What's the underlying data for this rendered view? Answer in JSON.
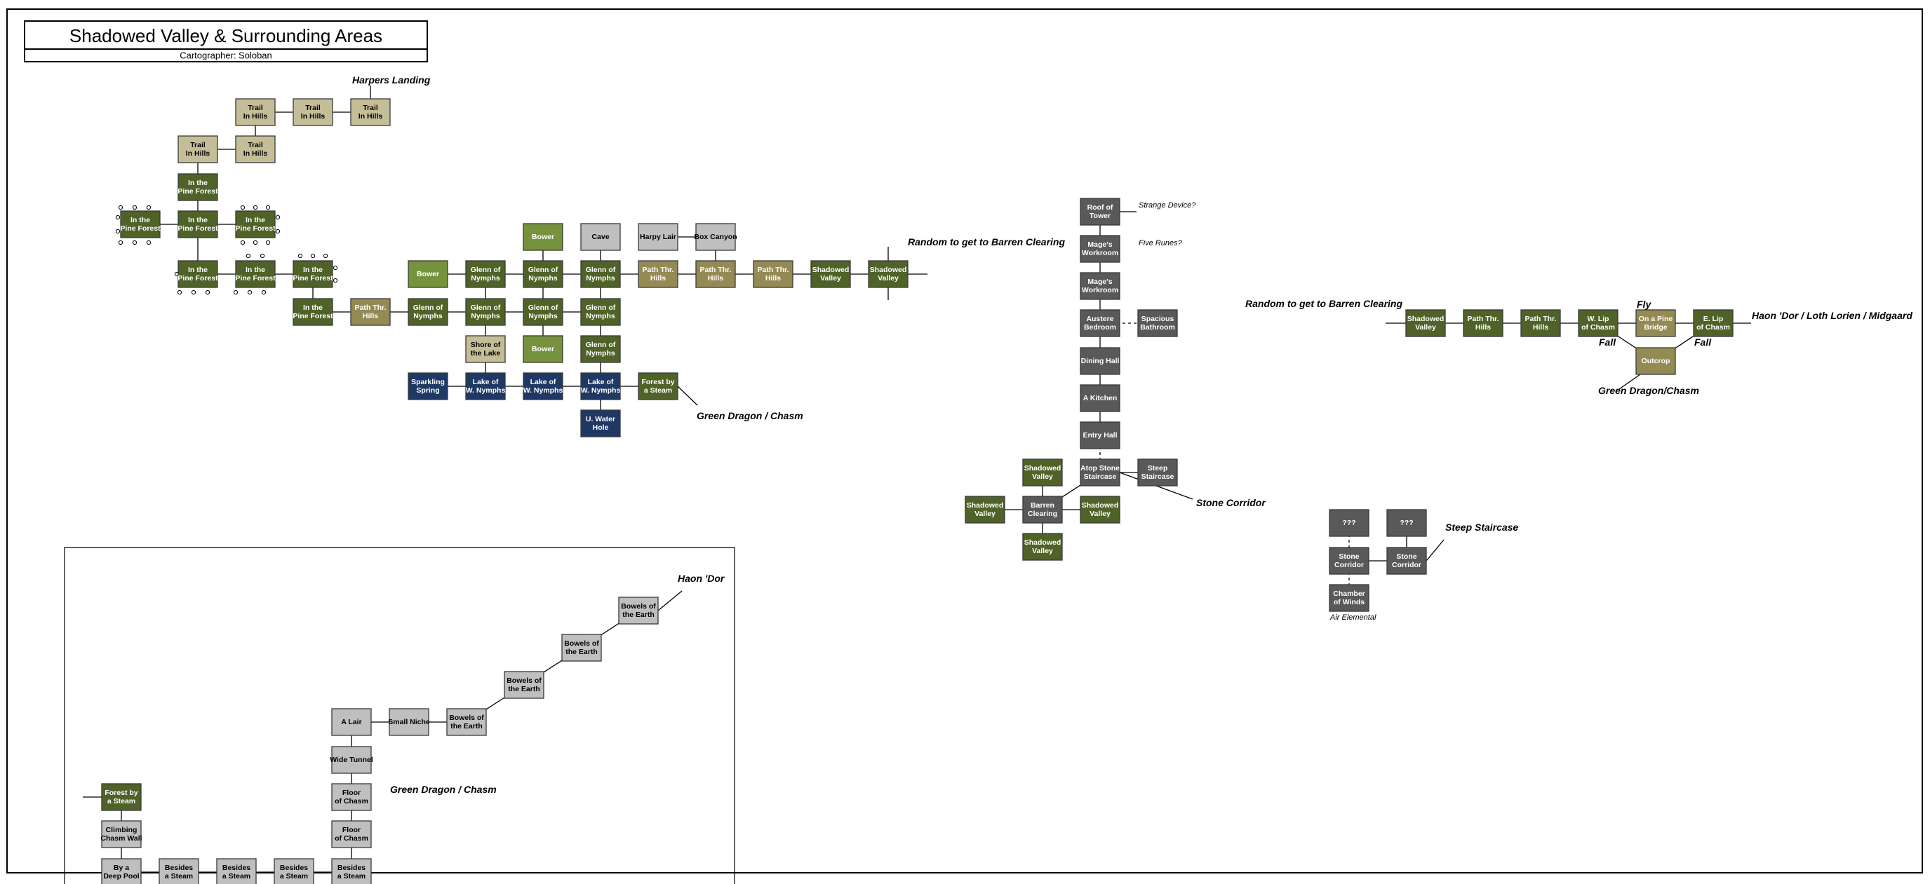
{
  "title": "Shadowed Valley & Surrounding Areas",
  "subtitle": "Cartographer: Soloban",
  "colors": {
    "tan": "#c4bd97",
    "olive": "#4f6228",
    "green": "#76923c",
    "khaki": "#948a54",
    "navy": "#1f3864",
    "gray": "#bfbfbf",
    "dark": "#595959"
  },
  "labels": {
    "harpers_landing": "Harpers Landing",
    "random_1": "Random to get to Barren Clearing",
    "random_2": "Random to get to Barren Clearing",
    "green_dragon_1": "Green Dragon / Chasm",
    "green_dragon_2": "Green Dragon/Chasm",
    "green_dragon_3": "Green Dragon / Chasm",
    "haon_loth": "Haon 'Dor / Loth Lorien / Midgaard",
    "haon_dor": "Haon 'Dor",
    "stone_corridor": "Stone Corridor",
    "steep_staircase": "Steep Staircase",
    "fly": "Fly",
    "fall_1": "Fall",
    "fall_2": "Fall",
    "strange_device": "Strange Device?",
    "five_runes": "Five Runes?",
    "air_elemental": "Air Elemental"
  },
  "rooms": [
    {
      "id": "t1",
      "name": "Trail In Hills",
      "c": "tan"
    },
    {
      "id": "t2",
      "name": "Trail In Hills",
      "c": "tan"
    },
    {
      "id": "t3",
      "name": "Trail In Hills",
      "c": "tan"
    },
    {
      "id": "t4",
      "name": "Trail In Hills",
      "c": "tan"
    },
    {
      "id": "t5",
      "name": "Trail In Hills",
      "c": "tan"
    },
    {
      "id": "pf1",
      "name": "In the Pine Forest",
      "c": "olive"
    },
    {
      "id": "pf2",
      "name": "In the Pine Forest",
      "c": "olive"
    },
    {
      "id": "pf3",
      "name": "In the Pine Forest",
      "c": "olive"
    },
    {
      "id": "pf4",
      "name": "In the Pine Forest",
      "c": "olive"
    },
    {
      "id": "pf5",
      "name": "In the Pine Forest",
      "c": "olive"
    },
    {
      "id": "pf6",
      "name": "In the Pine Forest",
      "c": "olive"
    },
    {
      "id": "pf7",
      "name": "In the Pine Forest",
      "c": "olive"
    },
    {
      "id": "pf8",
      "name": "In the Pine Forest",
      "c": "olive"
    },
    {
      "id": "pth1",
      "name": "Path Thr. Hills",
      "c": "khaki"
    },
    {
      "id": "gn1",
      "name": "Glenn of Nymphs",
      "c": "olive"
    },
    {
      "id": "gn2",
      "name": "Glenn of Nymphs",
      "c": "olive"
    },
    {
      "id": "gn3",
      "name": "Glenn of Nymphs",
      "c": "olive"
    },
    {
      "id": "gn4",
      "name": "Glenn of Nymphs",
      "c": "olive"
    },
    {
      "id": "bow1",
      "name": "Bower",
      "c": "green"
    },
    {
      "id": "gn5",
      "name": "Glenn of Nymphs",
      "c": "olive"
    },
    {
      "id": "gn6",
      "name": "Glenn of Nymphs",
      "c": "olive"
    },
    {
      "id": "gn7",
      "name": "Glenn of Nymphs",
      "c": "olive"
    },
    {
      "id": "bow2",
      "name": "Bower",
      "c": "green"
    },
    {
      "id": "cave",
      "name": "Cave",
      "c": "gray"
    },
    {
      "id": "harpy",
      "name": "Harpy Lair",
      "c": "gray"
    },
    {
      "id": "boxc",
      "name": "Box Canyon",
      "c": "gray"
    },
    {
      "id": "pth2",
      "name": "Path Thr. Hills",
      "c": "khaki"
    },
    {
      "id": "pth3",
      "name": "Path Thr. Hills",
      "c": "khaki"
    },
    {
      "id": "pth4",
      "name": "Path Thr. Hills",
      "c": "khaki"
    },
    {
      "id": "sv1",
      "name": "Shadowed Valley",
      "c": "olive"
    },
    {
      "id": "sv2",
      "name": "Shadowed Valley",
      "c": "olive"
    },
    {
      "id": "shore",
      "name": "Shore of the Lake",
      "c": "tan"
    },
    {
      "id": "bow3",
      "name": "Bower",
      "c": "green"
    },
    {
      "id": "gn8",
      "name": "Glenn of Nymphs",
      "c": "olive"
    },
    {
      "id": "spark",
      "name": "Sparkling Spring",
      "c": "navy"
    },
    {
      "id": "lk1",
      "name": "Lake of W. Nymphs",
      "c": "navy"
    },
    {
      "id": "lk2",
      "name": "Lake of W. Nymphs",
      "c": "navy"
    },
    {
      "id": "lk3",
      "name": "Lake of W. Nymphs",
      "c": "navy"
    },
    {
      "id": "fst1",
      "name": "Forest by a Steam",
      "c": "olive"
    },
    {
      "id": "uwh",
      "name": "U. Water Hole",
      "c": "navy"
    },
    {
      "id": "roof",
      "name": "Roof of Tower",
      "c": "dark"
    },
    {
      "id": "mw1",
      "name": "Mage's Workroom",
      "c": "dark"
    },
    {
      "id": "mw2",
      "name": "Mage's Workroom",
      "c": "dark"
    },
    {
      "id": "aust",
      "name": "Austere Bedroom",
      "c": "dark"
    },
    {
      "id": "spac",
      "name": "Spacious Bathroom",
      "c": "dark"
    },
    {
      "id": "dining",
      "name": "Dining Hall",
      "c": "dark"
    },
    {
      "id": "kitchen",
      "name": "A Kitchen",
      "c": "dark"
    },
    {
      "id": "entry",
      "name": "Entry Hall",
      "c": "dark"
    },
    {
      "id": "atop",
      "name": "Atop Stone Staircase",
      "c": "dark"
    },
    {
      "id": "steep",
      "name": "Steep Staircase",
      "c": "dark"
    },
    {
      "id": "sv3",
      "name": "Shadowed Valley",
      "c": "olive"
    },
    {
      "id": "sv4",
      "name": "Shadowed Valley",
      "c": "olive"
    },
    {
      "id": "barren",
      "name": "Barren Clearing",
      "c": "dark"
    },
    {
      "id": "sv5",
      "name": "Shadowed Valley",
      "c": "olive"
    },
    {
      "id": "sv6",
      "name": "Shadowed Valley",
      "c": "olive"
    },
    {
      "id": "sv7",
      "name": "Shadowed Valley",
      "c": "olive"
    },
    {
      "id": "pth5",
      "name": "Path Thr. Hills",
      "c": "olive"
    },
    {
      "id": "pth6",
      "name": "Path Thr. Hills",
      "c": "olive"
    },
    {
      "id": "wlip",
      "name": "W. Lip of Chasm",
      "c": "olive"
    },
    {
      "id": "pine",
      "name": "On a Pine Bridge",
      "c": "khaki"
    },
    {
      "id": "elip",
      "name": "E. Lip of Chasm",
      "c": "olive"
    },
    {
      "id": "outcrop",
      "name": "Outcrop",
      "c": "khaki"
    },
    {
      "id": "q1",
      "name": "???",
      "c": "dark"
    },
    {
      "id": "q2",
      "name": "???",
      "c": "dark"
    },
    {
      "id": "sc1",
      "name": "Stone Corridor",
      "c": "dark"
    },
    {
      "id": "sc2",
      "name": "Stone Corridor",
      "c": "dark"
    },
    {
      "id": "chamber",
      "name": "Chamber of Winds",
      "c": "dark"
    },
    {
      "id": "be1",
      "name": "Bowels of the Earth",
      "c": "gray"
    },
    {
      "id": "be2",
      "name": "Bowels of the Earth",
      "c": "gray"
    },
    {
      "id": "be3",
      "name": "Bowels of the Earth",
      "c": "gray"
    },
    {
      "id": "be4",
      "name": "Bowels of the Earth",
      "c": "gray"
    },
    {
      "id": "lair",
      "name": "A Lair",
      "c": "gray"
    },
    {
      "id": "niche",
      "name": "Small Niche",
      "c": "gray"
    },
    {
      "id": "wide",
      "name": "Wide Tunnel",
      "c": "gray"
    },
    {
      "id": "floor1",
      "name": "Floor of Chasm",
      "c": "gray"
    },
    {
      "id": "floor2",
      "name": "Floor of Chasm",
      "c": "gray"
    },
    {
      "id": "fst2",
      "name": "Forest by a Steam",
      "c": "olive"
    },
    {
      "id": "climb",
      "name": "Climbing Chasm Wall",
      "c": "gray"
    },
    {
      "id": "deep",
      "name": "By a Deep Pool",
      "c": "gray"
    },
    {
      "id": "bs1",
      "name": "Besides a Steam",
      "c": "gray"
    },
    {
      "id": "bs2",
      "name": "Besides a Steam",
      "c": "gray"
    },
    {
      "id": "bs3",
      "name": "Besides a Steam",
      "c": "gray"
    },
    {
      "id": "bs4",
      "name": "Besides a Steam",
      "c": "gray"
    }
  ]
}
